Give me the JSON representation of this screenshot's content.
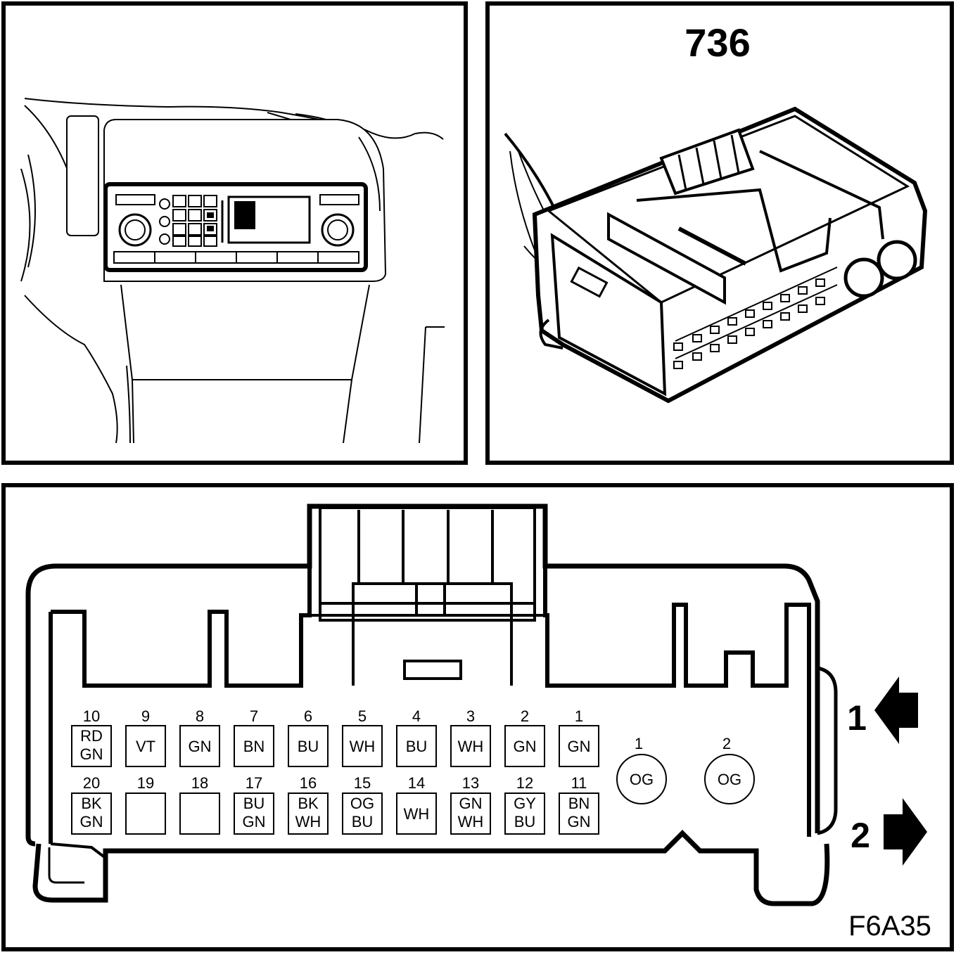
{
  "connector_number": "736",
  "figure_code": "F6A35",
  "side_labels": [
    {
      "id": "1",
      "label": "1",
      "arrow": "left"
    },
    {
      "id": "2",
      "label": "2",
      "arrow": "right"
    }
  ],
  "pins_row1": [
    {
      "num": "10",
      "code": [
        "RD",
        "GN"
      ]
    },
    {
      "num": "9",
      "code": [
        "VT"
      ]
    },
    {
      "num": "8",
      "code": [
        "GN"
      ]
    },
    {
      "num": "7",
      "code": [
        "BN"
      ]
    },
    {
      "num": "6",
      "code": [
        "BU"
      ]
    },
    {
      "num": "5",
      "code": [
        "WH"
      ]
    },
    {
      "num": "4",
      "code": [
        "BU"
      ]
    },
    {
      "num": "3",
      "code": [
        "WH"
      ]
    },
    {
      "num": "2",
      "code": [
        "GN"
      ]
    },
    {
      "num": "1",
      "code": [
        "GN"
      ]
    }
  ],
  "pins_row2": [
    {
      "num": "20",
      "code": [
        "BK",
        "GN"
      ]
    },
    {
      "num": "19",
      "code": []
    },
    {
      "num": "18",
      "code": []
    },
    {
      "num": "17",
      "code": [
        "BU",
        "GN"
      ]
    },
    {
      "num": "16",
      "code": [
        "BK",
        "WH"
      ]
    },
    {
      "num": "15",
      "code": [
        "OG",
        "BU"
      ]
    },
    {
      "num": "14",
      "code": [
        "WH"
      ]
    },
    {
      "num": "13",
      "code": [
        "GN",
        "WH"
      ]
    },
    {
      "num": "12",
      "code": [
        "GY",
        "BU"
      ]
    },
    {
      "num": "11",
      "code": [
        "BN",
        "GN"
      ]
    }
  ],
  "round_pins": [
    {
      "num": "1",
      "code": "OG"
    },
    {
      "num": "2",
      "code": "OG"
    }
  ]
}
